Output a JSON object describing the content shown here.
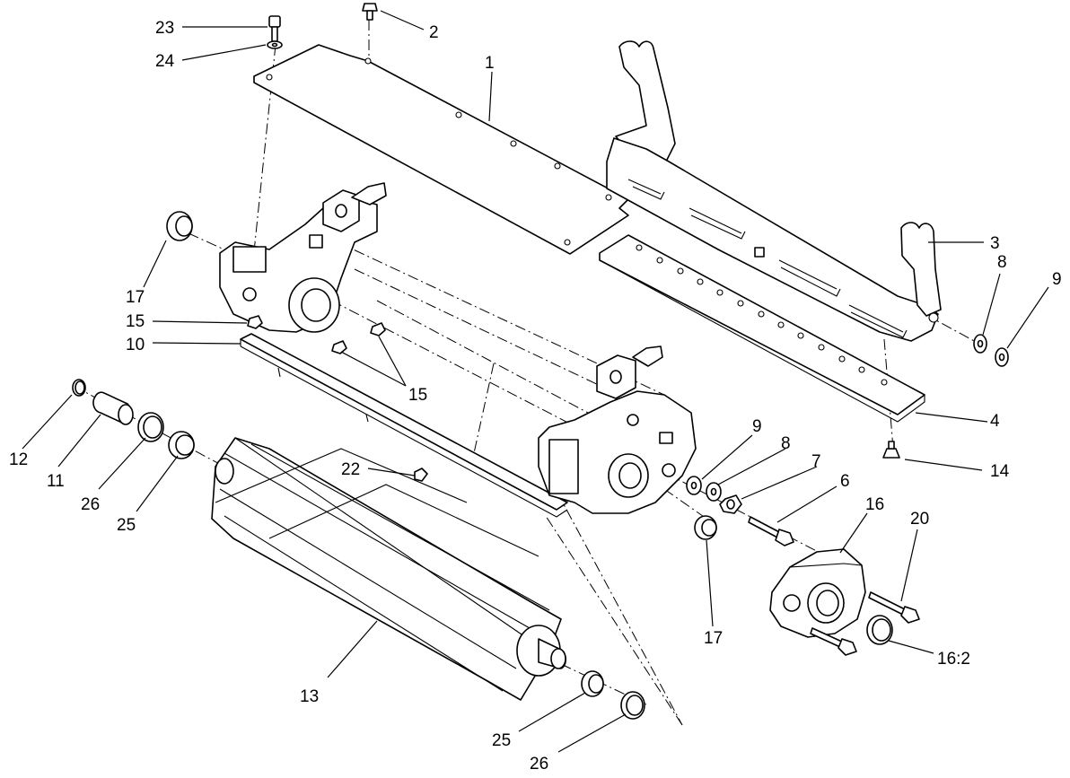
{
  "diagram": {
    "type": "exploded-parts-view",
    "colors": {
      "line": "#000000",
      "background": "#ffffff"
    },
    "callouts": [
      "1",
      "2",
      "3",
      "4",
      "6",
      "7",
      "8",
      "9",
      "10",
      "11",
      "12",
      "13",
      "14",
      "15",
      "16",
      "16:2",
      "17",
      "20",
      "22",
      "23",
      "24",
      "25",
      "26"
    ],
    "labels": {
      "c1": "1",
      "c2": "2",
      "c3": "3",
      "c4": "4",
      "c6": "6",
      "c7": "7",
      "c8a": "8",
      "c8b": "8",
      "c9a": "9",
      "c9b": "9",
      "c10": "10",
      "c11": "11",
      "c12": "12",
      "c13": "13",
      "c14": "14",
      "c15a": "15",
      "c15b": "15",
      "c16": "16",
      "c16_2": "16:2",
      "c17a": "17",
      "c17b": "17",
      "c20": "20",
      "c22": "22",
      "c23": "23",
      "c24": "24",
      "c25a": "25",
      "c25b": "25",
      "c26a": "26",
      "c26b": "26"
    }
  }
}
